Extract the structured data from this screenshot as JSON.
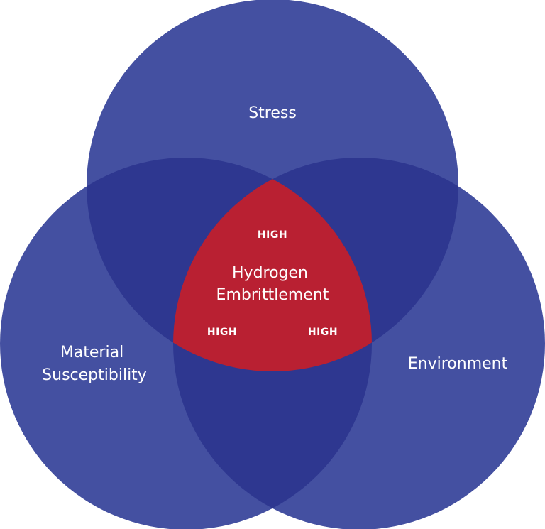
{
  "diagram": {
    "type": "venn",
    "colors": {
      "circle": "#4450a1",
      "overlap": "#2e3790",
      "center": "#b92032",
      "text": "#ffffff"
    },
    "sets": [
      {
        "id": "stress",
        "label": "Stress"
      },
      {
        "id": "material",
        "label_lines": [
          "Material",
          "Susceptibility"
        ]
      },
      {
        "id": "environment",
        "label": "Environment"
      }
    ],
    "center": {
      "label_lines": [
        "Hydrogen",
        "Embrittlement"
      ],
      "markers": [
        "HIGH",
        "HIGH",
        "HIGH"
      ]
    }
  }
}
